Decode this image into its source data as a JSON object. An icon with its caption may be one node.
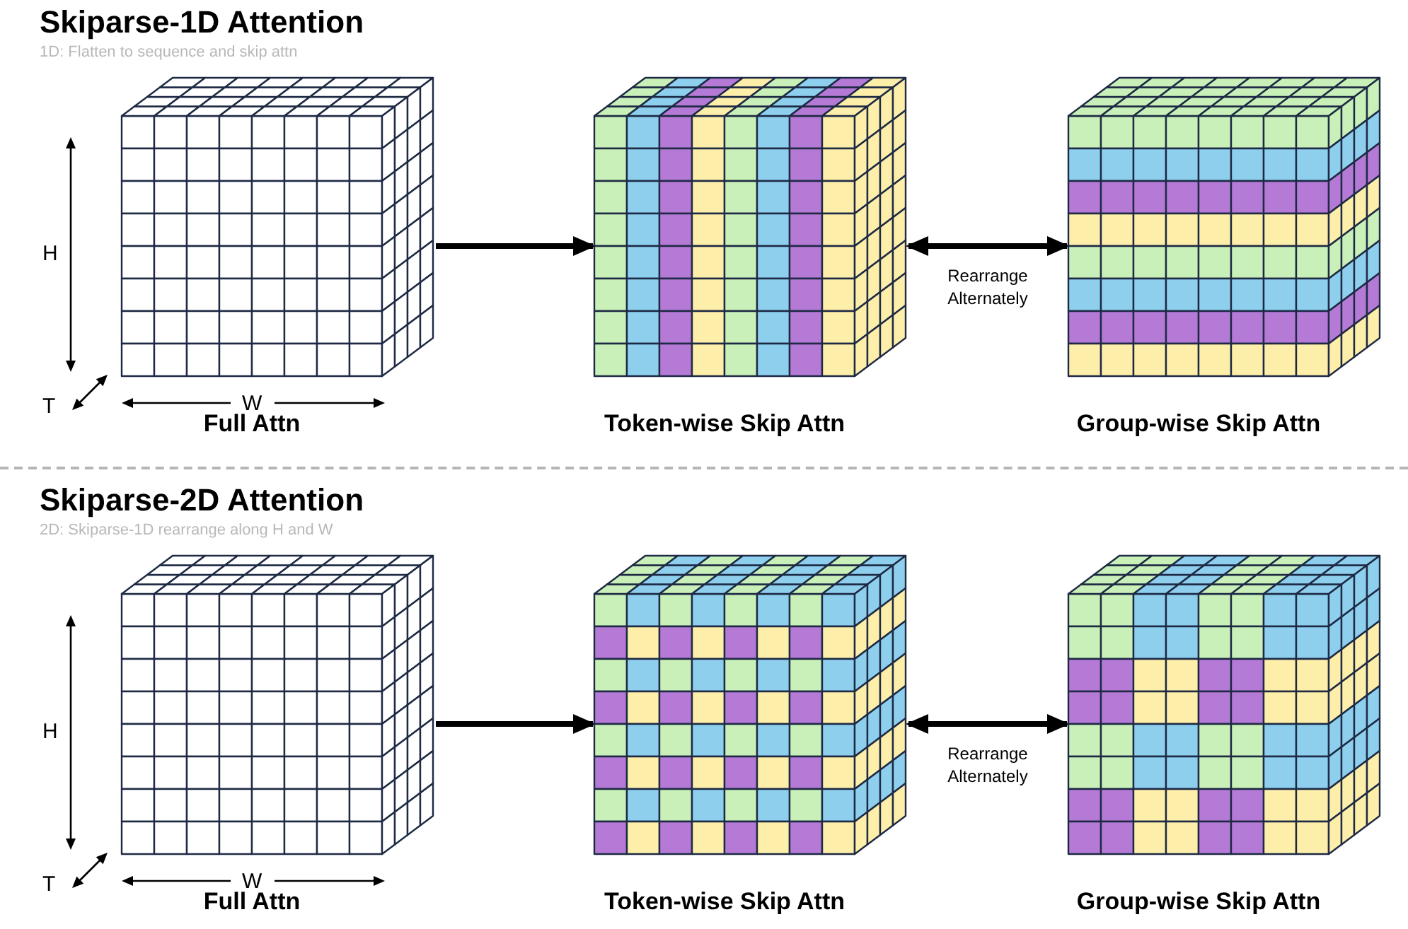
{
  "diagram": {
    "nodes": [
      {
        "text": [],
        "shape": "cube",
        "beside": [
          "Full Attn"
        ]
      },
      {
        "text": [],
        "shape": "cube",
        "beside": [
          "Token-wise Skip Attn"
        ]
      },
      {
        "text": [],
        "shape": "cube",
        "beside": [
          "Group-wise Skip Attn"
        ]
      },
      {
        "text": [],
        "shape": "cube",
        "beside": [
          "Full Attn"
        ]
      },
      {
        "text": [],
        "shape": "cube",
        "beside": [
          "Token-wise Skip Attn"
        ]
      },
      {
        "text": [],
        "shape": "cube",
        "beside": [
          "Group-wise Skip Attn"
        ]
      }
    ],
    "edges": [
      {
        "from": 0,
        "to": 1,
        "arrow": "to"
      },
      {
        "from": 1,
        "to": 2,
        "arrow": "both",
        "label": "Rearrange Alternately"
      },
      {
        "from": 3,
        "to": 4,
        "arrow": "to"
      },
      {
        "from": 4,
        "to": 5,
        "arrow": "both",
        "label": "Rearrange Alternately"
      }
    ],
    "labels": [
      "Skiparse-1D Attention",
      "1D: Flatten to sequence and skip attn",
      "H",
      "T",
      "W",
      "Skiparse-2D Attention",
      "2D: Skiparse-1D rearrange along H and W",
      "H",
      "T",
      "W"
    ]
  }
}
